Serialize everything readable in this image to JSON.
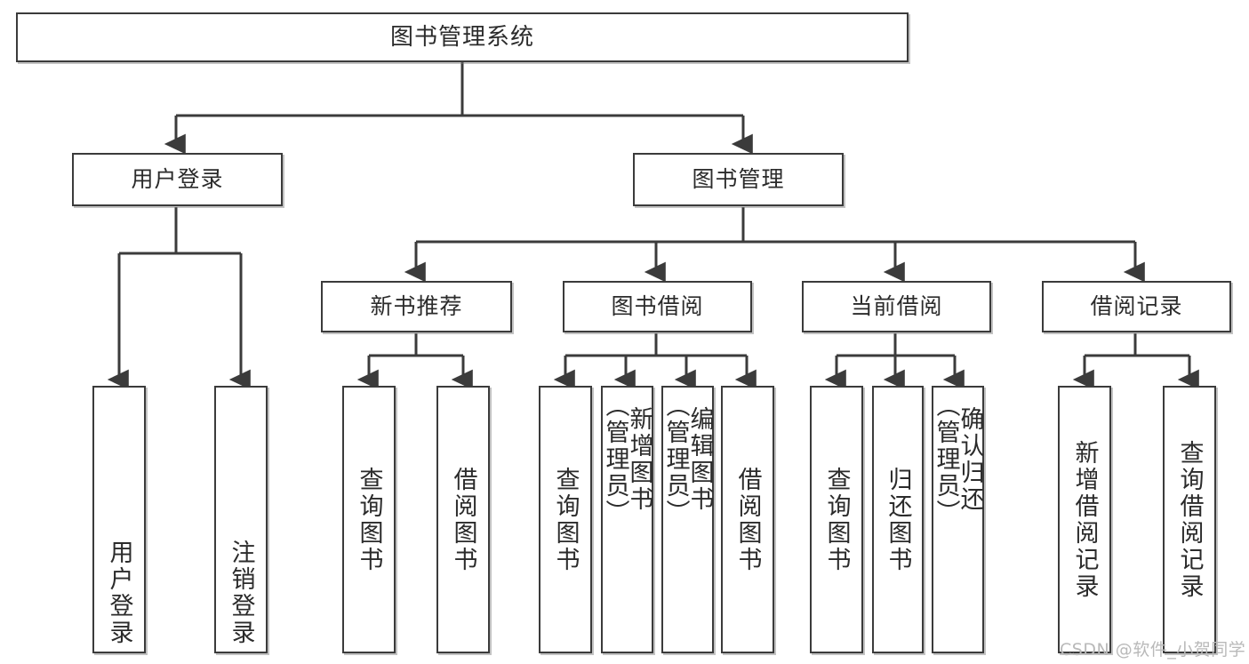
{
  "diagram": {
    "title": "图书管理系统",
    "type": "tree",
    "background": "#ffffff",
    "line_color": "#3b3b3b",
    "border_color": "#3b3b3b",
    "text_color": "#2b2b2b"
  },
  "nodes": {
    "root": {
      "label": "图书管理系统"
    },
    "tier2": [
      {
        "label": "用户登录"
      },
      {
        "label": "图书管理"
      }
    ],
    "tier3": [
      {
        "label": "新书推荐"
      },
      {
        "label": "图书借阅"
      },
      {
        "label": "当前借阅"
      },
      {
        "label": "借阅记录"
      }
    ],
    "leaves": {
      "user_login": [
        {
          "label": "用户登录"
        },
        {
          "label": "注销登录"
        }
      ],
      "new_book": [
        {
          "label": "查询图书"
        },
        {
          "label": "借阅图书"
        }
      ],
      "book_borrow": [
        {
          "label": "查询图书"
        },
        {
          "label": "新增图书\n（管理员）"
        },
        {
          "label": "编辑图书\n（管理员）"
        },
        {
          "label": "借阅图书"
        }
      ],
      "current_borrow": [
        {
          "label": "查询图书"
        },
        {
          "label": "归还图书"
        },
        {
          "label": "确认归还\n（管理员）"
        }
      ],
      "borrow_record": [
        {
          "label": "新增借阅记录"
        },
        {
          "label": "查询借阅记录"
        }
      ]
    }
  },
  "watermark": {
    "text": "CSDN @软件_小贺同学"
  }
}
